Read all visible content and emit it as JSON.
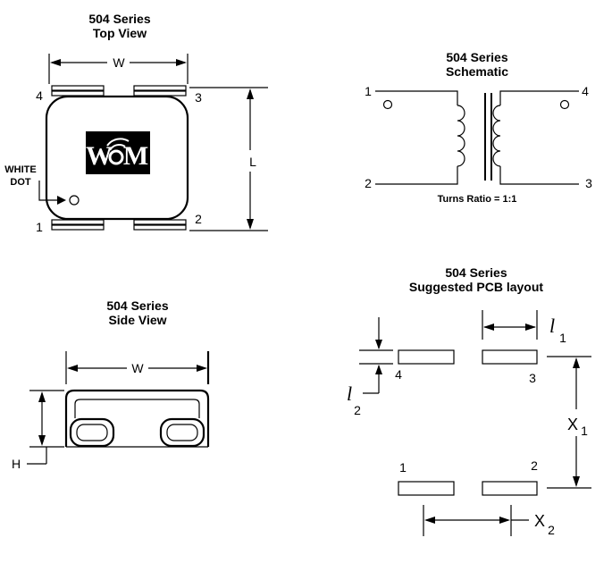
{
  "top_view": {
    "title": "504 Series",
    "subtitle": "Top View",
    "dim_width": "W",
    "dim_length": "L",
    "pins": [
      "1",
      "2",
      "3",
      "4"
    ],
    "dot_label_line1": "WHITE",
    "dot_label_line2": "DOT"
  },
  "logo": {
    "text_left": "W",
    "text_right": "M"
  },
  "schematic": {
    "title": "504 Series",
    "subtitle": "Schematic",
    "pins": [
      "1",
      "2",
      "3",
      "4"
    ],
    "turns_ratio": "Turns Ratio = 1:1"
  },
  "side_view": {
    "title": "504 Series",
    "subtitle": "Side View",
    "dim_width": "W",
    "dim_height": "H"
  },
  "pcb_layout": {
    "title": "504 Series",
    "subtitle": "Suggested PCB layout",
    "pins": [
      "1",
      "2",
      "3",
      "4"
    ],
    "dim_l1_main": "l",
    "dim_l1_sub": "1",
    "dim_l2_main": "l",
    "dim_l2_sub": "2",
    "dim_x1_main": "X",
    "dim_x1_sub": "1",
    "dim_x2_main": "X",
    "dim_x2_sub": "2"
  }
}
